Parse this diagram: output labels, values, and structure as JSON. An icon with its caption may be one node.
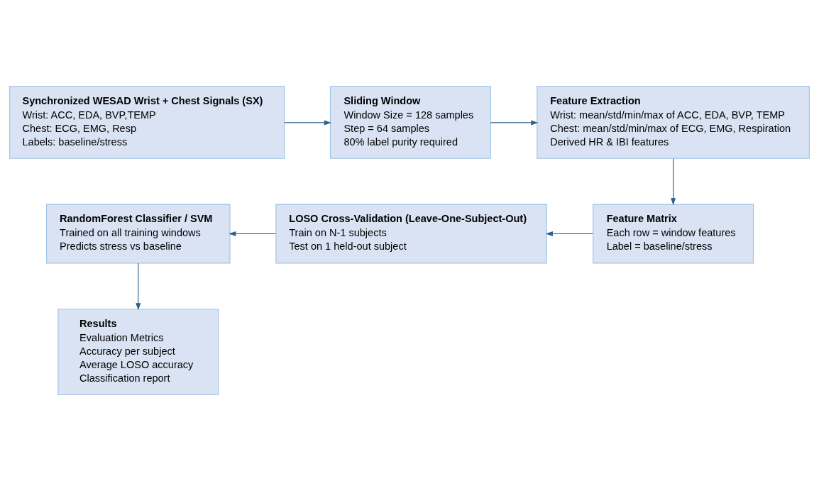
{
  "diagram": {
    "nodes": [
      {
        "text": [
          "Synchronized WESAD Wrist + Chest Signals (SX)",
          "Wrist: ACC, EDA, BVP,TEMP",
          "Chest: ECG, EMG, Resp",
          "Labels: baseline/stress"
        ]
      },
      {
        "text": [
          "Sliding Window",
          "Window Size = 128 samples",
          "Step = 64 samples",
          "80% label purity required"
        ]
      },
      {
        "text": [
          "Feature Extraction",
          "Wrist: mean/std/min/max of ACC, EDA, BVP, TEMP",
          "Chest: mean/std/min/max of ECG, EMG, Respiration",
          "Derived HR & IBI features"
        ]
      },
      {
        "text": [
          "Feature Matrix",
          "Each row = window features",
          "Label = baseline/stress"
        ]
      },
      {
        "text": [
          "LOSO Cross-Validation (Leave-One-Subject-Out)",
          "Train on N-1 subjects",
          "Test on 1 held-out subject"
        ]
      },
      {
        "text": [
          "RandomForest Classifier / SVM",
          "Trained on all training windows",
          "Predicts stress vs baseline"
        ]
      },
      {
        "text": [
          "Results",
          "Evaluation Metrics",
          "Accuracy per subject",
          "Average LOSO accuracy",
          "Classification report"
        ]
      }
    ],
    "edges": [
      {
        "from": 0,
        "to": 1,
        "arrow": "to"
      },
      {
        "from": 1,
        "to": 2,
        "arrow": "to"
      },
      {
        "from": 2,
        "to": 3,
        "arrow": "to"
      },
      {
        "from": 3,
        "to": 4,
        "arrow": "to"
      },
      {
        "from": 4,
        "to": 5,
        "arrow": "to"
      },
      {
        "from": 5,
        "to": 6,
        "arrow": "to"
      }
    ]
  }
}
